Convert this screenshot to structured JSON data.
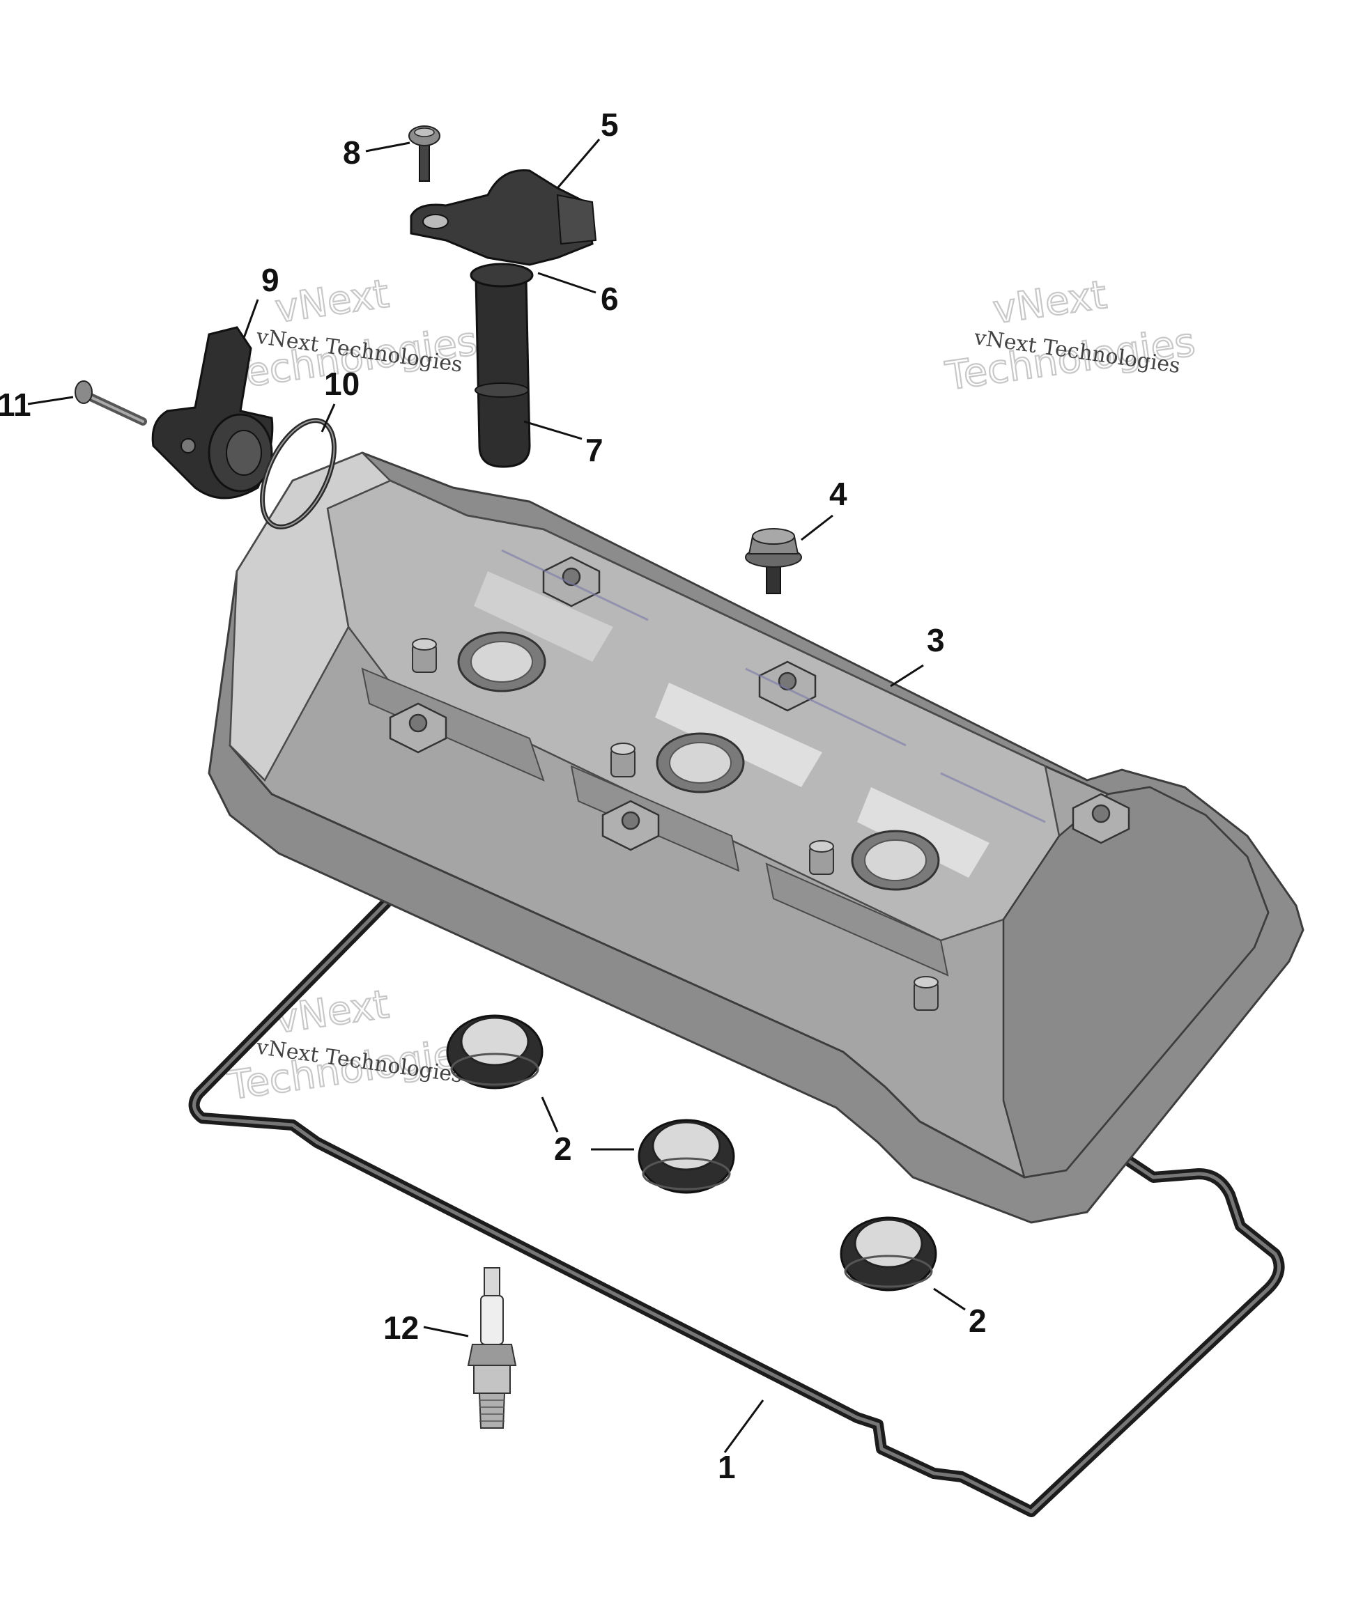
{
  "callouts": {
    "c1": "1",
    "c2a": "2",
    "c2b": "2",
    "c3": "3",
    "c4": "4",
    "c5": "5",
    "c6": "6",
    "c7": "7",
    "c8": "8",
    "c9": "9",
    "c10": "10",
    "c11": "11",
    "c12": "12"
  },
  "watermark": {
    "line_small": "vNext Technologies",
    "line_big_1": "vNext",
    "line_big_2": "Technologies"
  },
  "colors": {
    "cover": "#9a9a9a",
    "cover_light": "#c9c9c9",
    "cover_dark": "#6e6e6e",
    "rubber": "#3a3a3a",
    "coil": "#2e2e2e"
  }
}
